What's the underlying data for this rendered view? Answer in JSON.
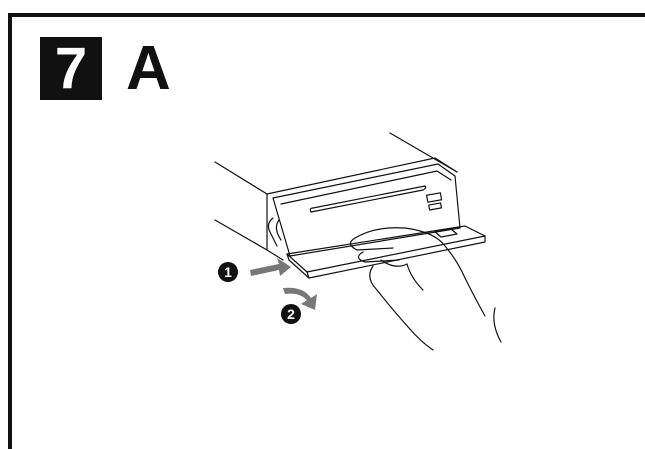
{
  "step": {
    "number": "7",
    "section": "A"
  },
  "callouts": [
    {
      "label": "1",
      "meaning": "press"
    },
    {
      "label": "2",
      "meaning": "pull"
    }
  ],
  "icons": {
    "press_arrow": "arrow-right-icon",
    "pull_arrow": "curved-arrow-icon"
  },
  "colors": {
    "ink": "#111111",
    "arrow": "#777777",
    "background": "#ffffff"
  }
}
